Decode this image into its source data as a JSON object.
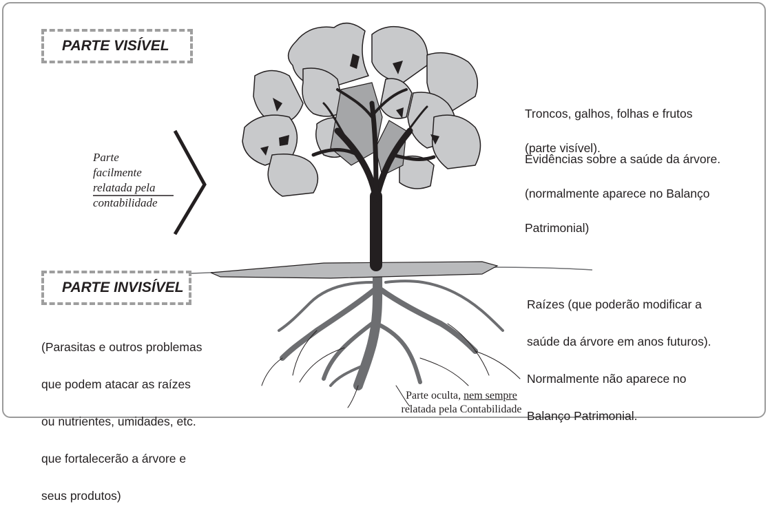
{
  "labels": {
    "visible_title": "PARTE VISÍVEL",
    "invisible_title": "PARTE INVISÍVEL"
  },
  "bracket": {
    "line1": "Parte",
    "line2": "facilmente",
    "line3": "relatada pela",
    "line4": "contabilidade"
  },
  "right_top": {
    "p1_line1": "Troncos, galhos, folhas e frutos",
    "p1_line2": "(parte visível).",
    "p2_line1": "Evidências sobre a saúde da árvore.",
    "p2_line2": "(normalmente aparece no Balanço",
    "p2_line3": "Patrimonial)"
  },
  "right_bottom": {
    "line1": "Raízes (que poderão modificar a",
    "line2": "saúde da árvore em anos futuros).",
    "line3": "Normalmente não aparece no",
    "line4": "Balanço Patrimonial."
  },
  "left_bottom": {
    "line1": "(Parasitas e outros problemas",
    "line2": "que podem atacar as raízes",
    "line3": "ou nutrientes, umidades, etc.",
    "line4": "que fortalecerão a árvore e",
    "line5": "seus produtos)"
  },
  "caption": {
    "part1": "Parte oculta, ",
    "part2": "nem sempre",
    "part3": "relatada pela Contabilidade"
  },
  "colors": {
    "frame": "#9a9a9a",
    "dashed_box": "#9e9e9e",
    "leaf_fill": "#c8c9cb",
    "inner_fill": "#a5a6a8",
    "trunk": "#231f20",
    "root": "#6d6e71",
    "ground": "#b9babc"
  }
}
